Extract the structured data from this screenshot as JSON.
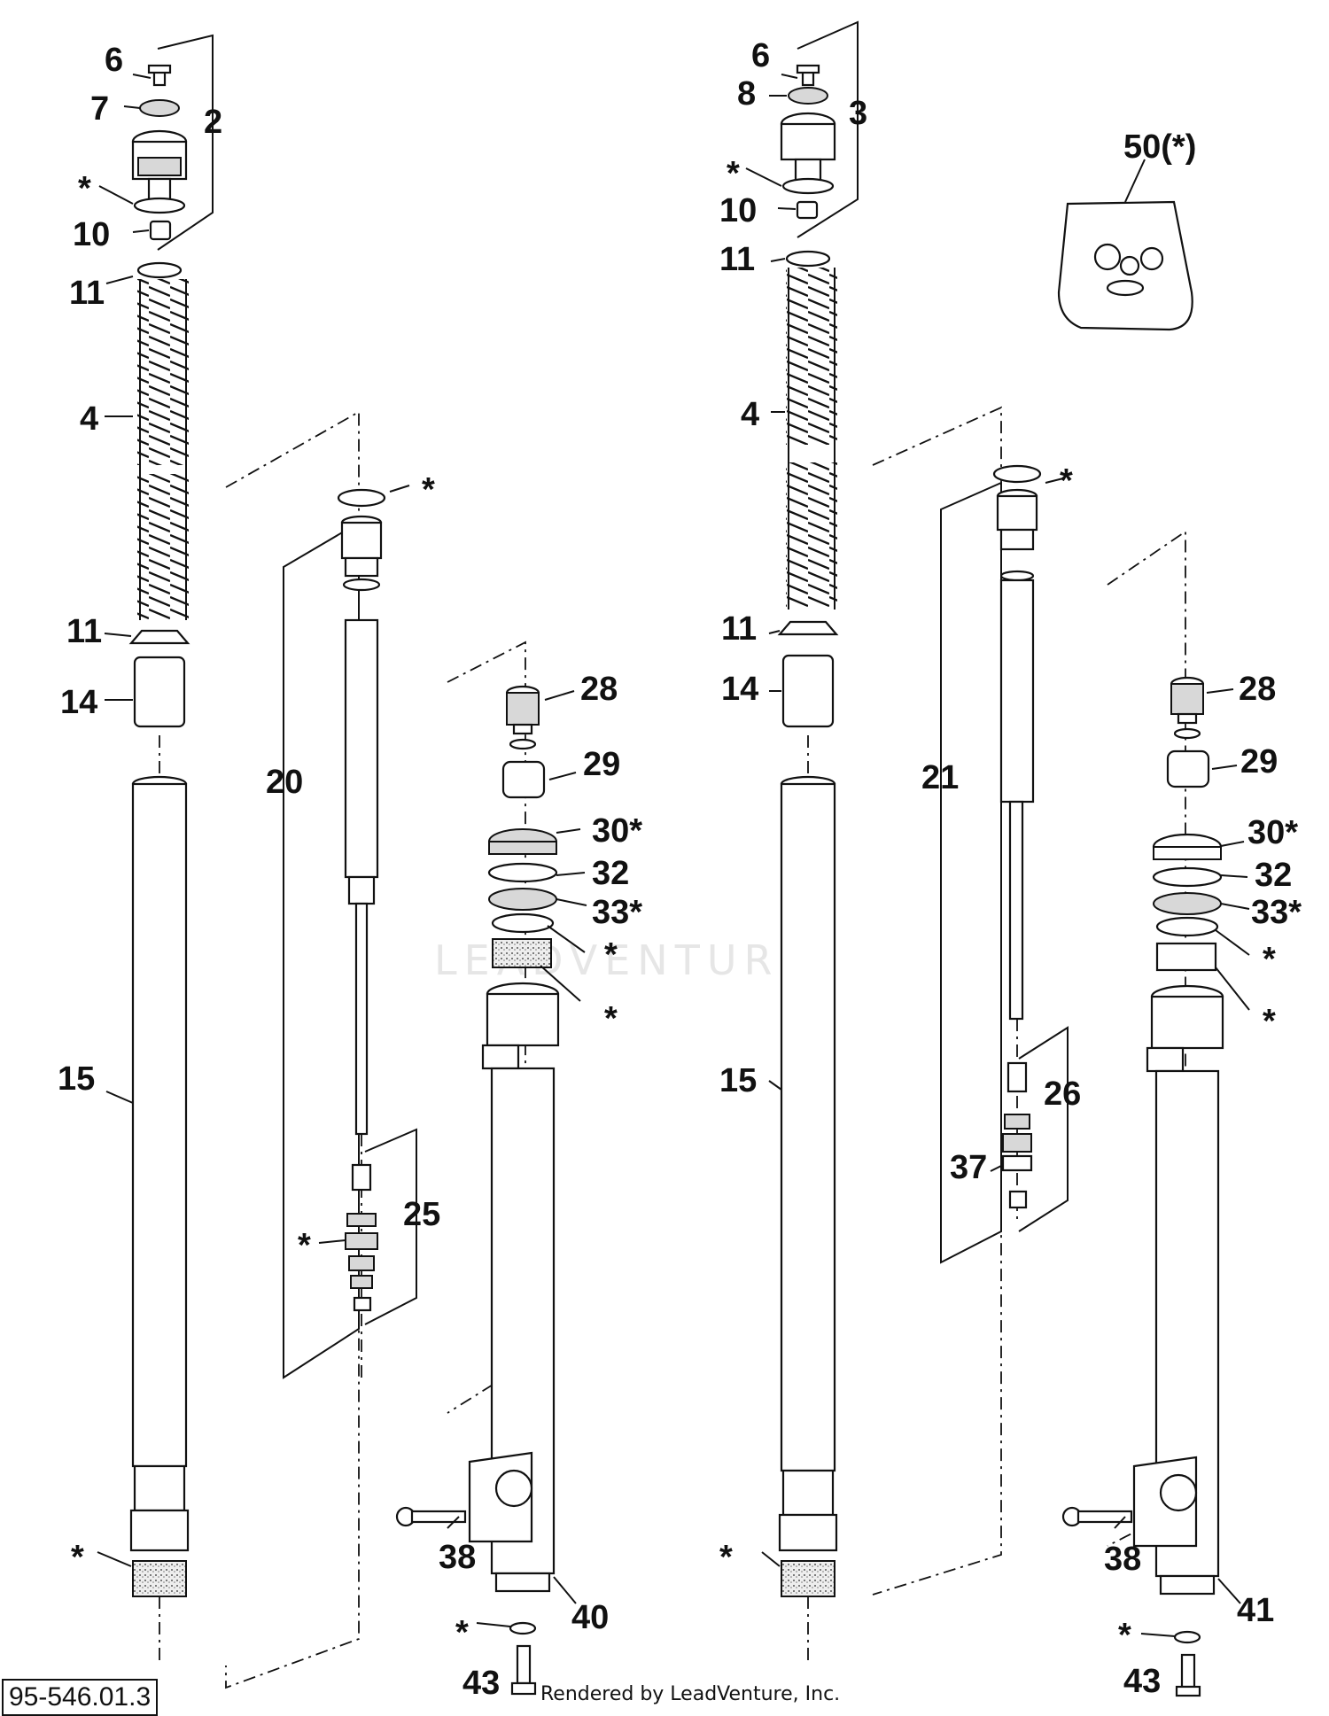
{
  "diagram_id": "95-546.01.3",
  "credit": "Rendered by LeadVenture, Inc.",
  "watermark": "LEADVENTURE",
  "left_fork": {
    "c6": "6",
    "c7": "7",
    "c2": "2",
    "star_a": "*",
    "c10": "10",
    "c11a": "11",
    "c4": "4",
    "c11b": "11",
    "c14": "14",
    "c15": "15",
    "star_bottom": "*",
    "c20": "20",
    "star_20": "*",
    "c25": "25",
    "star_25": "*",
    "c28": "28",
    "c29": "29",
    "c30": "30*",
    "c32": "32",
    "c33": "33*",
    "star_b1": "*",
    "star_b2": "*",
    "c38": "38",
    "c40": "40",
    "star_43": "*",
    "c43": "43"
  },
  "right_fork": {
    "c6": "6",
    "c8": "8",
    "c3": "3",
    "star_a": "*",
    "c10": "10",
    "c11a": "11",
    "c4": "4",
    "c11b": "11",
    "c14": "14",
    "c15": "15",
    "star_bottom": "*",
    "c21": "21",
    "star_21": "*",
    "c26": "26",
    "c37": "37",
    "c28": "28",
    "c29": "29",
    "c30": "30*",
    "c32": "32",
    "c33": "33*",
    "star_b1": "*",
    "star_b2": "*",
    "c38": "38",
    "c41": "41",
    "star_43": "*",
    "c43": "43"
  },
  "kit": {
    "c50": "50(*)"
  }
}
